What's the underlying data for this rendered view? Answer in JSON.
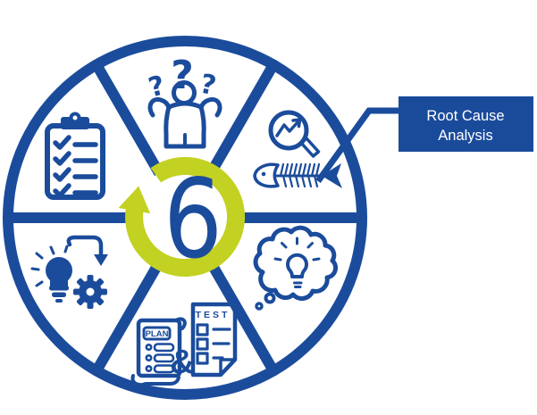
{
  "colors": {
    "blue": "#1B4C9C",
    "green": "#C3D122",
    "callout_bg": "#1A4B9B",
    "callout_text": "#FFFFFF",
    "background": "#FFFFFF"
  },
  "callout": {
    "line1": "Root Cause",
    "line2": "Analysis"
  },
  "hub": {
    "number": "6",
    "icon": "circular-arrow-icon"
  },
  "labels": {
    "plan": "PLAN",
    "test": "TEST",
    "ampersand": "&",
    "question_large": "?",
    "question_left": "?",
    "question_right": "?"
  },
  "segments": [
    {
      "position": "top",
      "icon": "confused-person-icon"
    },
    {
      "position": "upper-right",
      "icon": "magnifier-fishbone-icon",
      "label": "Root Cause Analysis"
    },
    {
      "position": "lower-right",
      "icon": "thought-lightbulb-icon"
    },
    {
      "position": "bottom",
      "icon": "plan-test-documents-icon"
    },
    {
      "position": "lower-left",
      "icon": "lightbulb-gear-icon"
    },
    {
      "position": "upper-left",
      "icon": "checklist-clipboard-icon"
    }
  ]
}
